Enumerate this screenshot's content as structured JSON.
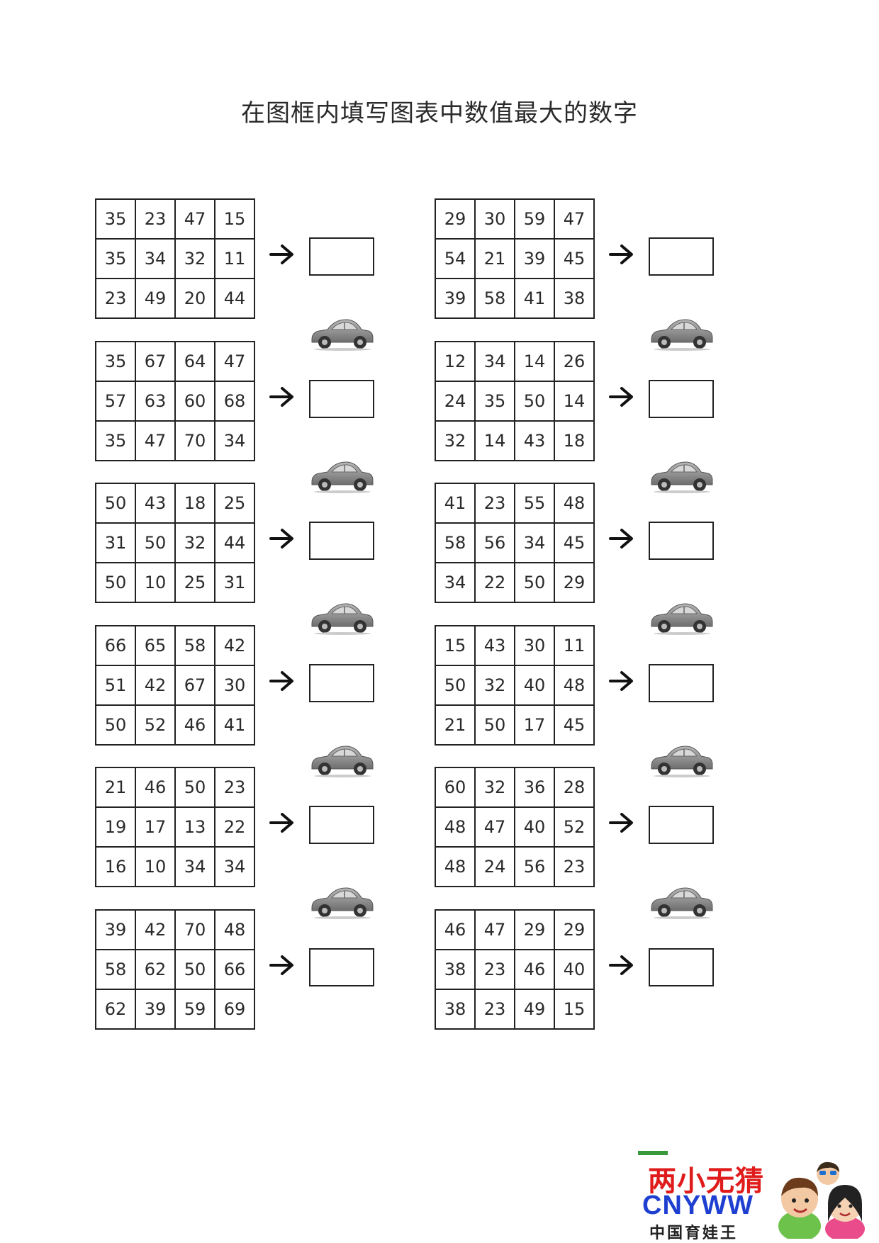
{
  "title": "在图框内填写图表中数值最大的数字",
  "icons": {
    "arrow": "right-arrow-icon",
    "car": "car-icon"
  },
  "puzzles": [
    {
      "grid": [
        [
          "35",
          "23",
          "47",
          "15"
        ],
        [
          "35",
          "34",
          "32",
          "11"
        ],
        [
          "23",
          "49",
          "20",
          "44"
        ]
      ]
    },
    {
      "grid": [
        [
          "29",
          "30",
          "59",
          "47"
        ],
        [
          "54",
          "21",
          "39",
          "45"
        ],
        [
          "39",
          "58",
          "41",
          "38"
        ]
      ]
    },
    {
      "grid": [
        [
          "35",
          "67",
          "64",
          "47"
        ],
        [
          "57",
          "63",
          "60",
          "68"
        ],
        [
          "35",
          "47",
          "70",
          "34"
        ]
      ]
    },
    {
      "grid": [
        [
          "12",
          "34",
          "14",
          "26"
        ],
        [
          "24",
          "35",
          "50",
          "14"
        ],
        [
          "32",
          "14",
          "43",
          "18"
        ]
      ]
    },
    {
      "grid": [
        [
          "50",
          "43",
          "18",
          "25"
        ],
        [
          "31",
          "50",
          "32",
          "44"
        ],
        [
          "50",
          "10",
          "25",
          "31"
        ]
      ]
    },
    {
      "grid": [
        [
          "41",
          "23",
          "55",
          "48"
        ],
        [
          "58",
          "56",
          "34",
          "45"
        ],
        [
          "34",
          "22",
          "50",
          "29"
        ]
      ]
    },
    {
      "grid": [
        [
          "66",
          "65",
          "58",
          "42"
        ],
        [
          "51",
          "42",
          "67",
          "30"
        ],
        [
          "50",
          "52",
          "46",
          "41"
        ]
      ]
    },
    {
      "grid": [
        [
          "15",
          "43",
          "30",
          "11"
        ],
        [
          "50",
          "32",
          "40",
          "48"
        ],
        [
          "21",
          "50",
          "17",
          "45"
        ]
      ]
    },
    {
      "grid": [
        [
          "21",
          "46",
          "50",
          "23"
        ],
        [
          "19",
          "17",
          "13",
          "22"
        ],
        [
          "16",
          "10",
          "34",
          "34"
        ]
      ]
    },
    {
      "grid": [
        [
          "60",
          "32",
          "36",
          "28"
        ],
        [
          "48",
          "47",
          "40",
          "52"
        ],
        [
          "48",
          "24",
          "56",
          "23"
        ]
      ]
    },
    {
      "grid": [
        [
          "39",
          "42",
          "70",
          "48"
        ],
        [
          "58",
          "62",
          "50",
          "66"
        ],
        [
          "62",
          "39",
          "59",
          "69"
        ]
      ]
    },
    {
      "grid": [
        [
          "46",
          "47",
          "29",
          "29"
        ],
        [
          "38",
          "23",
          "46",
          "40"
        ],
        [
          "38",
          "23",
          "49",
          "15"
        ]
      ]
    }
  ],
  "logo": {
    "cn": "两小无猜",
    "en": "CNYWW",
    "sub": "中国育娃王"
  }
}
